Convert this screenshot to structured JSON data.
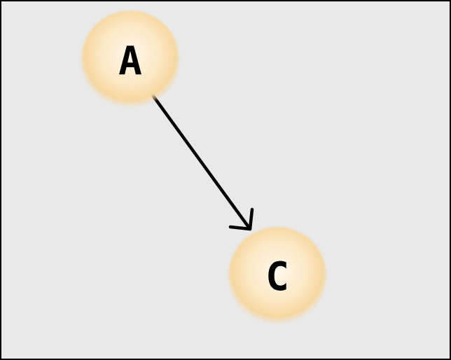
{
  "diagram": {
    "nodes": [
      {
        "id": "A",
        "label": "A"
      },
      {
        "id": "C",
        "label": "C"
      }
    ],
    "edges": [
      {
        "from": "A",
        "to": "C",
        "directed": true
      }
    ],
    "colors": {
      "background": "#e9e9e9",
      "border": "#000000",
      "node_center": "#fff6e6",
      "node_mid": "#fbe3b8",
      "node_edge": "#f2cf91",
      "edge": "#000000",
      "label": "#000000"
    }
  }
}
